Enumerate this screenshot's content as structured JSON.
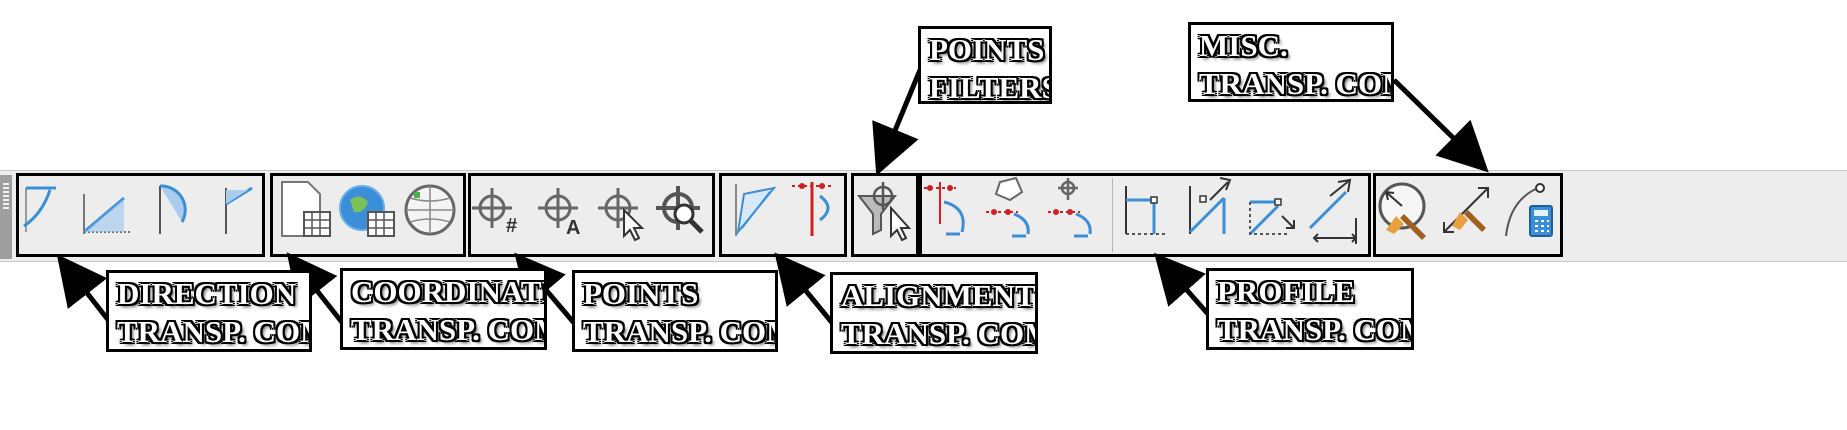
{
  "callouts": {
    "direction": {
      "line1": "DIRECTION",
      "line2": "TRANSP. COM"
    },
    "coordinate": {
      "line1": "COORDINATE",
      "line2": "TRANSP. COM"
    },
    "points": {
      "line1": "POINTS",
      "line2": "TRANSP. COM"
    },
    "alignment": {
      "line1": "ALIGNMENT",
      "line2": "TRANSP. COM"
    },
    "profile": {
      "line1": "PROFILE",
      "line2": "TRANSP. COM"
    },
    "points_filters": {
      "line1": "POINTS",
      "line2": "FILTERS"
    },
    "misc": {
      "line1": "MISC.",
      "line2": "TRANSP. COM"
    }
  },
  "toolbar": {
    "groups": [
      {
        "name": "Direction",
        "tools": [
          "angle-distance-icon",
          "bearing-distance-icon",
          "deflection-distance-icon",
          "azimuth-distance-icon"
        ]
      },
      {
        "name": "Coordinate",
        "tools": [
          "grid-northing-easting-icon",
          "latitude-longitude-icon",
          "grid-coordinate-icon"
        ]
      },
      {
        "name": "Points",
        "tools": [
          "point-number-icon",
          "point-name-icon",
          "point-object-icon",
          "zoom-to-point-icon"
        ]
      },
      {
        "name": "Alignment",
        "tools": [
          "alignment-object-icon",
          "station-offset-icon"
        ]
      },
      {
        "name": "Points Filters",
        "tools": [
          "point-filter-icon"
        ]
      },
      {
        "name": "Profile",
        "tools": [
          "profile-station-elevation-icon",
          "profile-station-object-icon",
          "profile-station-point-icon",
          "profile-grade-length-icon",
          "profile-grade-elevation-icon",
          "profile-grade-station-icon",
          "profile-grade-distance-icon"
        ]
      },
      {
        "name": "Misc",
        "tools": [
          "circle-center-icon",
          "point-on-line-icon",
          "calculator-icon"
        ]
      }
    ]
  },
  "colors": {
    "icon_blue": "#3b8ed8",
    "icon_red": "#d22020",
    "toolbar_bg": "#ededed",
    "outline": "#000000"
  }
}
